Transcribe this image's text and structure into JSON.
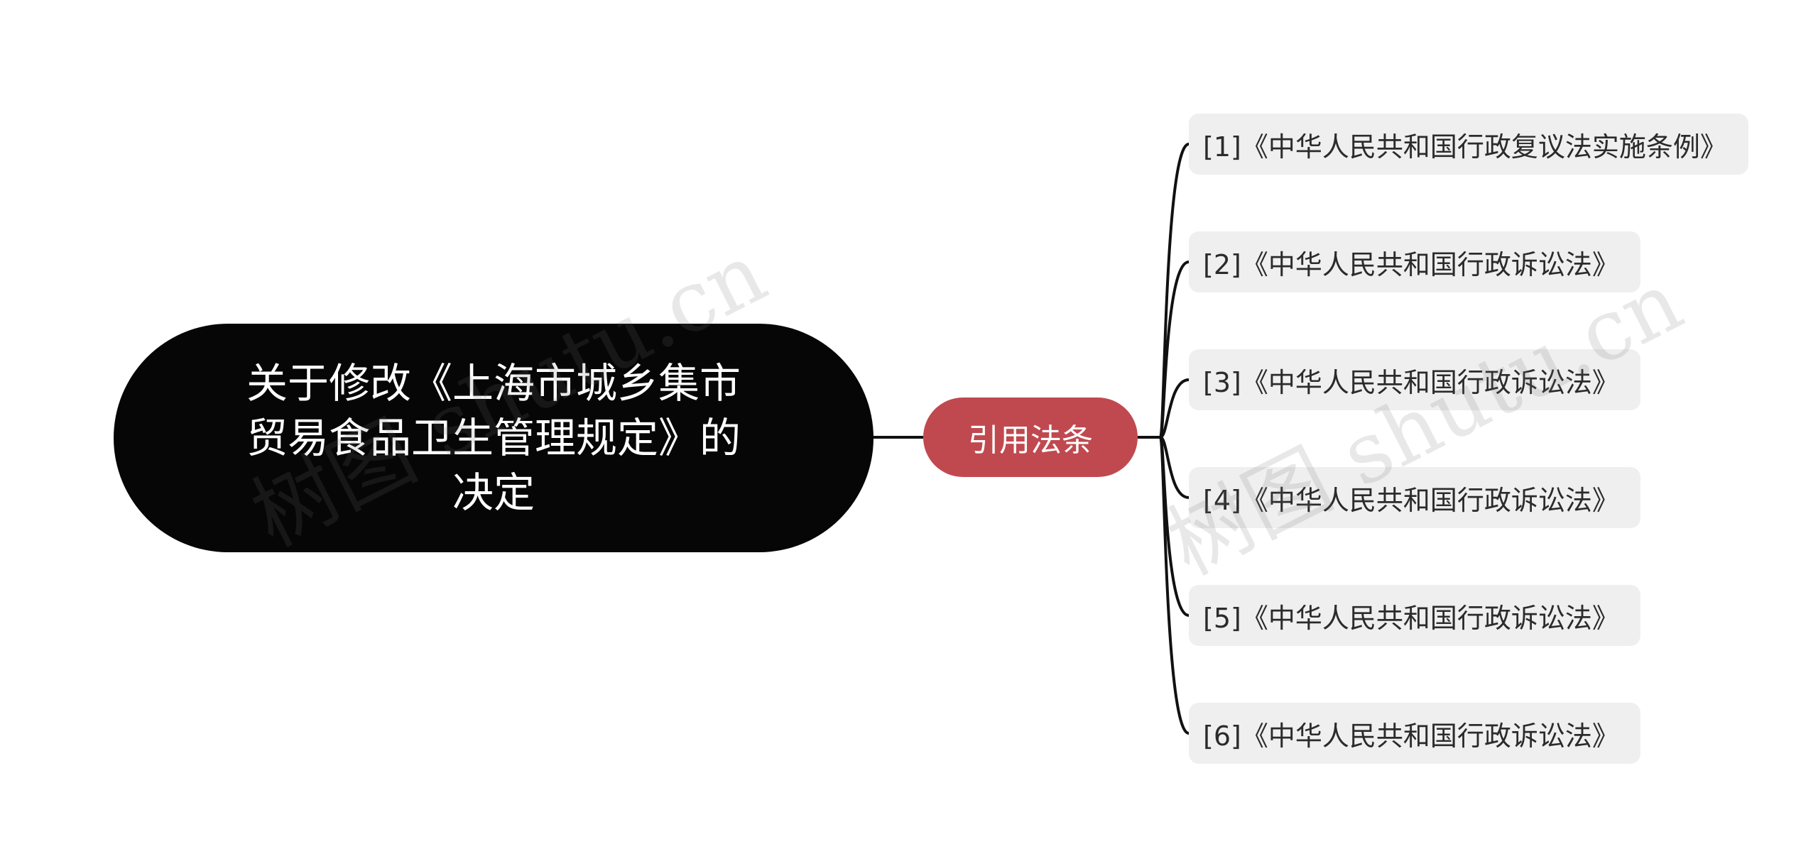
{
  "root": {
    "label": "关于修改《上海市城乡集市贸易食品卫生管理规定》的决定"
  },
  "branch": {
    "label": "引用法条"
  },
  "leaves": [
    {
      "label": "[1]《中华人民共和国行政复议法实施条例》"
    },
    {
      "label": "[2]《中华人民共和国行政诉讼法》"
    },
    {
      "label": "[3]《中华人民共和国行政诉讼法》"
    },
    {
      "label": "[4]《中华人民共和国行政诉讼法》"
    },
    {
      "label": "[5]《中华人民共和国行政诉讼法》"
    },
    {
      "label": "[6]《中华人民共和国行政诉讼法》"
    }
  ],
  "watermarks": [
    {
      "text": "树图 shutu.cn"
    },
    {
      "text": "树图 shutu.cn"
    }
  ],
  "colors": {
    "root_bg": "#060606",
    "branch_bg": "#c0494f",
    "leaf_bg": "#efefef",
    "connector": "#111111"
  }
}
